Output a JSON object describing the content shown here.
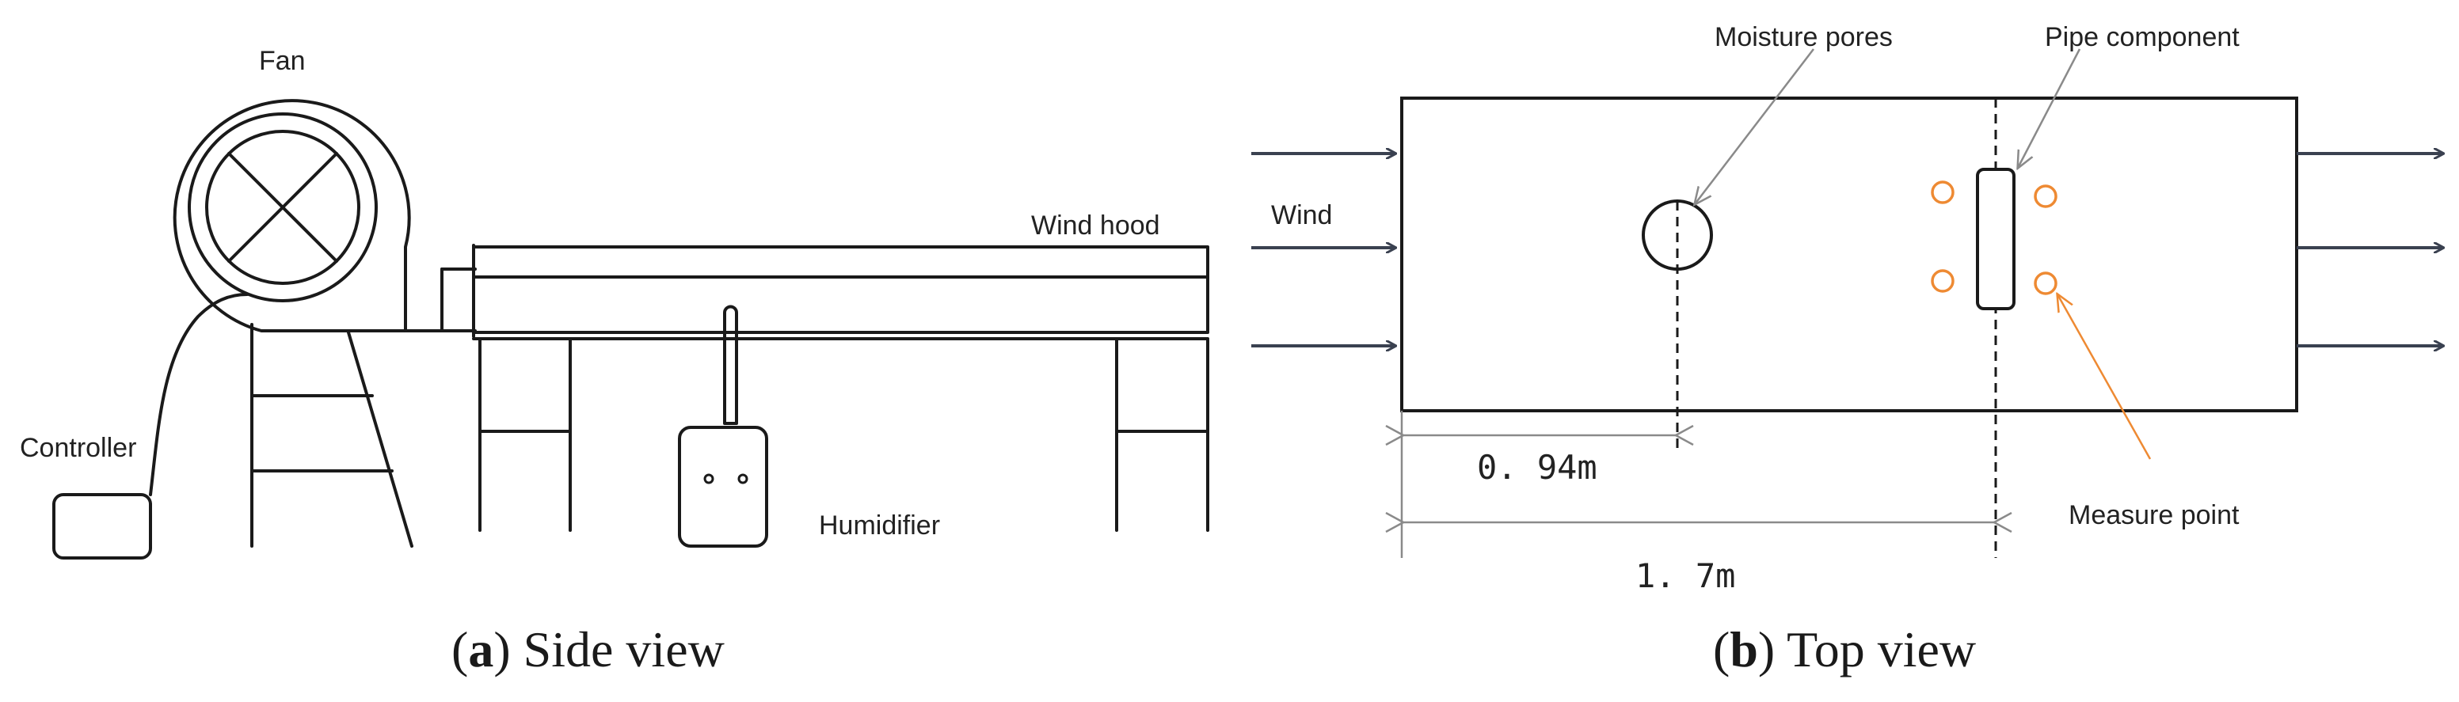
{
  "side_view": {
    "fan_label": "Fan",
    "wind_hood_label": "Wind hood",
    "controller_label": "Controller",
    "humidifier_label": "Humidifier",
    "caption_letter": "a",
    "caption_text": " Side view"
  },
  "top_view": {
    "moisture_pores_label": "Moisture pores",
    "pipe_component_label": "Pipe component",
    "wind_label": "Wind",
    "dimension_short": "0. 94m",
    "dimension_long": "1. 7m",
    "measure_point_label": "Measure point",
    "caption_letter": "b",
    "caption_text": " Top view"
  },
  "colors": {
    "line": "#1a1a1a",
    "arrow": "#3a4150",
    "measure_point": "#ee8a33",
    "leader": "#8a8a8a"
  }
}
